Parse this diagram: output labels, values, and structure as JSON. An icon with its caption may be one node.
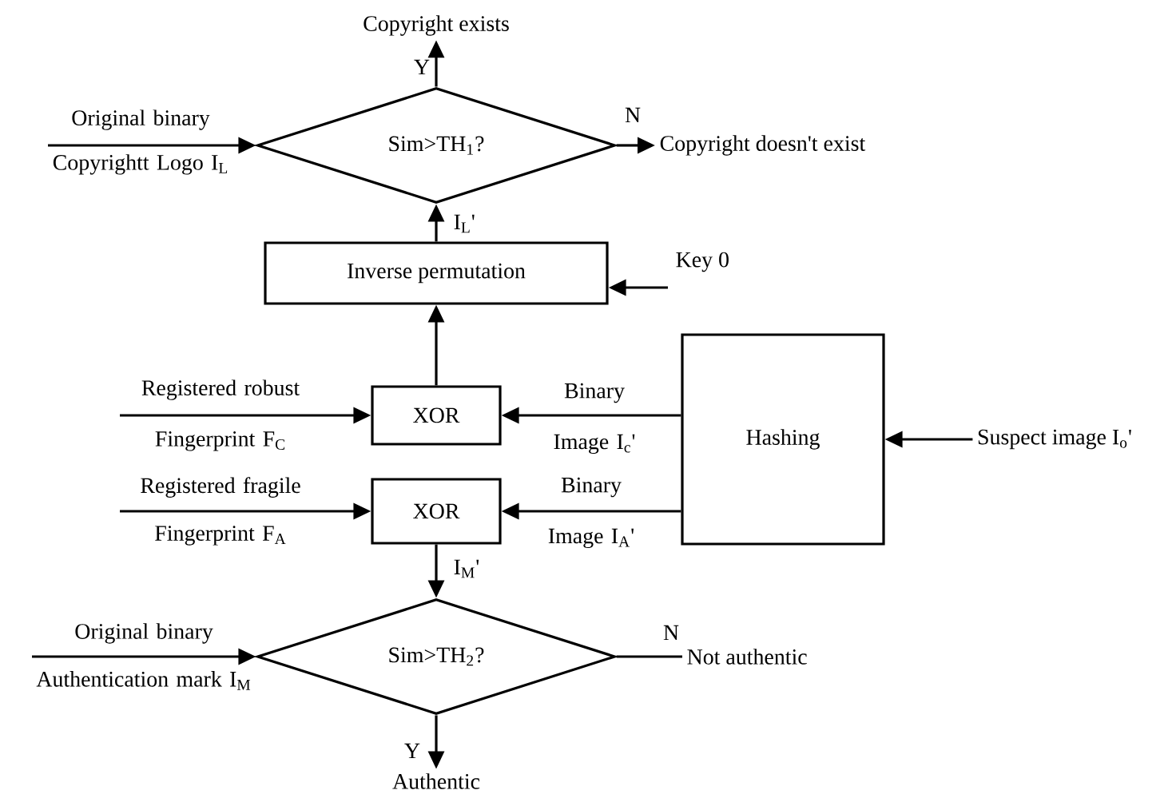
{
  "diagram": {
    "nodes": [
      {
        "text": [
          "Copyright exists"
        ]
      },
      {
        "text": [
          "Sim>TH$_{1}$?"
        ]
      },
      {
        "text": [
          "Copyright doesn't exist"
        ]
      },
      {
        "text": [
          "Inverse permutation"
        ]
      },
      {
        "text": [
          "XOR"
        ]
      },
      {
        "text": [
          "Hashing"
        ]
      },
      {
        "text": [
          "Suspect image I$_{o}$'"
        ]
      },
      {
        "text": [
          "XOR"
        ]
      },
      {
        "text": [
          "Sim>TH$_{2}$?"
        ]
      },
      {
        "text": [
          "Not authentic"
        ]
      },
      {
        "text": [
          "Authentic"
        ]
      }
    ],
    "edges": [
      {
        "from": 1,
        "to": 0,
        "arrow": "to",
        "label": "Y"
      },
      {
        "from": 1,
        "to": 2,
        "arrow": "to",
        "label": "N"
      },
      {
        "from": null,
        "to": 1,
        "arrow": "to",
        "label": "Original binary Copyrightt Logo I$_{L}$"
      },
      {
        "from": 3,
        "to": 1,
        "arrow": "to",
        "label": "I$_{L}$'"
      },
      {
        "from": null,
        "to": 3,
        "arrow": "to",
        "label": "Key 0"
      },
      {
        "from": 4,
        "to": 3,
        "arrow": "to"
      },
      {
        "from": null,
        "to": 4,
        "arrow": "to",
        "label": "Registered robust Fingerprint F$_{C}$"
      },
      {
        "from": 5,
        "to": 4,
        "arrow": "to",
        "label": "Binary Image I$_{c}$'"
      },
      {
        "from": null,
        "to": 7,
        "arrow": "to",
        "label": "Registered fragile Fingerprint F$_{A}$"
      },
      {
        "from": 5,
        "to": 7,
        "arrow": "to",
        "label": "Binary Image I$_{A}$'"
      },
      {
        "from": 6,
        "to": 5,
        "arrow": "to"
      },
      {
        "from": 7,
        "to": 8,
        "arrow": "to",
        "label": "I$_{M}$'"
      },
      {
        "from": null,
        "to": 8,
        "arrow": "to",
        "label": "Original binary Authentication mark I$_{M}$"
      },
      {
        "from": 8,
        "to": 9,
        "arrow": "none",
        "label": "N"
      },
      {
        "from": 8,
        "to": 10,
        "arrow": "to",
        "label": "Y"
      }
    ]
  }
}
